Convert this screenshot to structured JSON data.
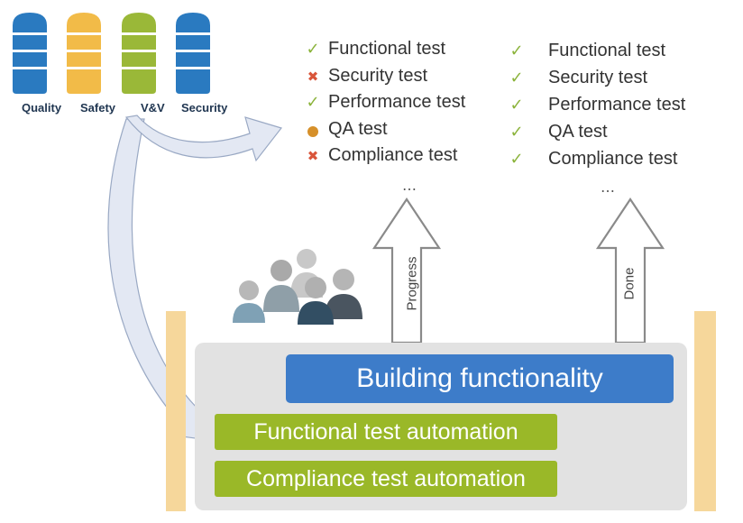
{
  "pillars": [
    {
      "label": "Quality",
      "color": "#2a7ac0"
    },
    {
      "label": "Safety",
      "color": "#f2bb48"
    },
    {
      "label": "V&V",
      "color": "#9ab838"
    },
    {
      "label": "Security",
      "color": "#2a7ac0"
    }
  ],
  "progress_list": {
    "items": [
      {
        "label": "Functional test",
        "status": "pass"
      },
      {
        "label": "Security test",
        "status": "fail"
      },
      {
        "label": "Performance test",
        "status": "pass"
      },
      {
        "label": "QA test",
        "status": "in-progress"
      },
      {
        "label": "Compliance test",
        "status": "fail"
      }
    ],
    "more": "…"
  },
  "done_list": {
    "items": [
      {
        "label": "Functional test",
        "status": "pass"
      },
      {
        "label": "Security test",
        "status": "pass"
      },
      {
        "label": "Performance test",
        "status": "pass"
      },
      {
        "label": "QA test",
        "status": "pass"
      },
      {
        "label": "Compliance test",
        "status": "pass"
      }
    ],
    "more": "…"
  },
  "arrows": {
    "progress_label": "Progress",
    "done_label": "Done"
  },
  "bars": {
    "building": "Building functionality",
    "functional_automation": "Functional test automation",
    "compliance_automation": "Compliance test automation"
  },
  "colors": {
    "pass": "#8bb33b",
    "fail": "#d9553a",
    "in_progress": "#d6902a",
    "building_bar": "#3d7cc9",
    "automation_bar": "#9ab828",
    "platform": "#e2e2e2",
    "post": "#f6d79b"
  },
  "icons": {
    "pass": "check-icon",
    "fail": "cross-icon",
    "in_progress": "dot-icon",
    "team": "team-icon"
  }
}
